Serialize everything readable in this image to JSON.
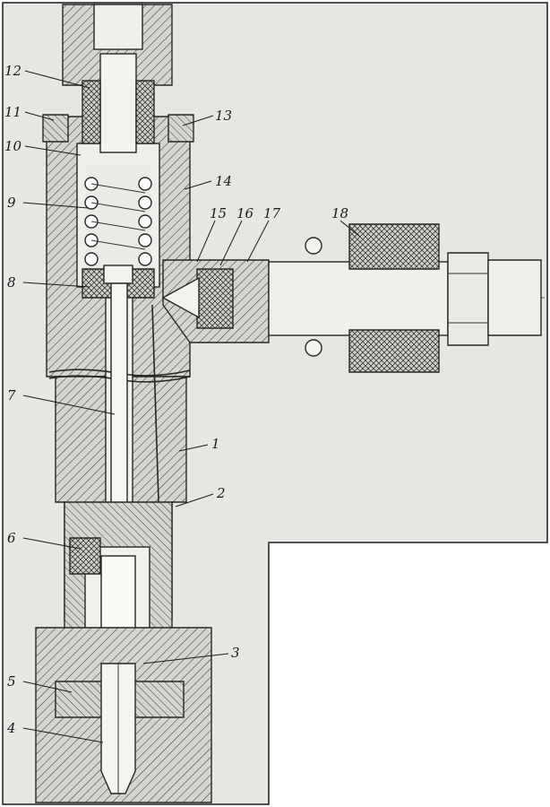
{
  "figure": {
    "labels": [
      {
        "id": "1",
        "text": "1"
      },
      {
        "id": "2",
        "text": "2"
      },
      {
        "id": "3",
        "text": "3"
      },
      {
        "id": "4",
        "text": "4"
      },
      {
        "id": "5",
        "text": "5"
      },
      {
        "id": "6",
        "text": "6"
      },
      {
        "id": "7",
        "text": "7"
      },
      {
        "id": "8",
        "text": "8"
      },
      {
        "id": "9",
        "text": "9"
      },
      {
        "id": "10",
        "text": "10"
      },
      {
        "id": "11",
        "text": "11"
      },
      {
        "id": "12",
        "text": "12"
      },
      {
        "id": "13",
        "text": "13"
      },
      {
        "id": "14",
        "text": "14"
      },
      {
        "id": "15",
        "text": "15"
      },
      {
        "id": "16",
        "text": "16"
      },
      {
        "id": "17",
        "text": "17"
      },
      {
        "id": "18",
        "text": "18"
      }
    ]
  },
  "colors": {
    "paper": "#e6e6e3",
    "ink": "#262626",
    "background": "#ffffff"
  }
}
